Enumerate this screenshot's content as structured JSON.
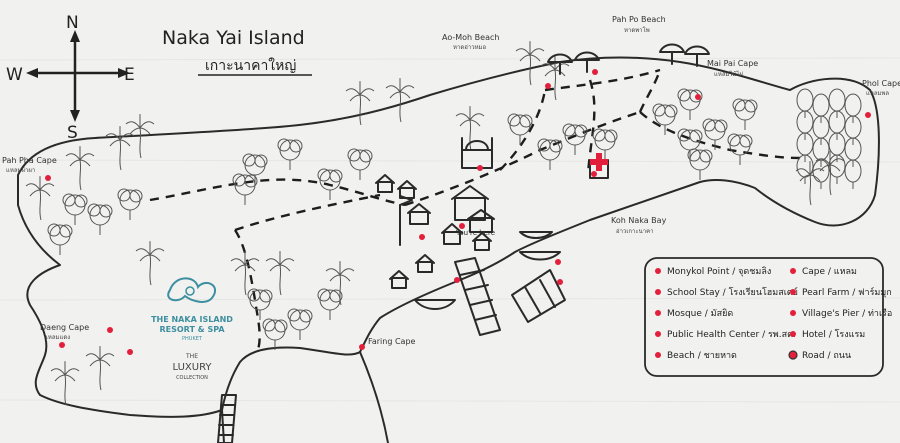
{
  "title": "Naka Yai Island",
  "title_th": "เกาะนาคาใหญ่",
  "compass": {
    "n": "N",
    "s": "S",
    "e": "E",
    "w": "W"
  },
  "places": {
    "ao_moh_beach": {
      "en": "Ao-Moh Beach",
      "th": "หาดอ่าวหมอ"
    },
    "pah_po_beach": {
      "en": "Pah Po Beach",
      "th": "หาดพาโพ"
    },
    "mai_pai_cape": {
      "en": "Mai Pai Cape",
      "th": "แหลมไม้ไผ่"
    },
    "phol_cape": {
      "en": "Phol Cape",
      "th": "แหลมพล"
    },
    "pah_pha_cape": {
      "en": "Pah Pha Cape",
      "th": "แหลมผ้าผา"
    },
    "koh_naka_bay": {
      "en": "Koh Naka Bay",
      "th": "อ่าวเกาะนาคา"
    },
    "youre_here": {
      "en": "You're here",
      "th": ""
    },
    "faring_cape": {
      "en": "Faring Cape",
      "th": ""
    },
    "daeng_cape": {
      "en": "Daeng Cape",
      "th": "แหลมแดง"
    }
  },
  "resort": {
    "line1": "THE NAKA ISLAND",
    "line2": "RESORT & SPA",
    "line3": "PHUKET",
    "the": "THE",
    "luxury": "LUXURY",
    "collection": "COLLECTION"
  },
  "legend": [
    {
      "icon": "monkey-point-icon",
      "label": "Monykol Point / จุดชมลิง"
    },
    {
      "icon": "cape-icon",
      "label": "Cape / แหลม"
    },
    {
      "icon": "school-stay-icon",
      "label": "School Stay / โรงเรียนโฮมสเตย์"
    },
    {
      "icon": "pearl-farm-icon",
      "label": "Pearl Farm / ฟาร์มมุก"
    },
    {
      "icon": "mosque-icon",
      "label": "Mosque / มัสยิด"
    },
    {
      "icon": "village-pier-icon",
      "label": "Village's Pier / ท่าเรือ"
    },
    {
      "icon": "health-center-icon",
      "label": "Public Health Center / รพ.สต."
    },
    {
      "icon": "hotel-icon",
      "label": "Hotel / โรงแรม"
    },
    {
      "icon": "beach-icon",
      "label": "Beach / ชายหาด"
    },
    {
      "icon": "road-icon",
      "label": "Road / ถนน"
    }
  ],
  "colors": {
    "marker": "#e3203c",
    "resort_logo": "#3c8fa0",
    "ink": "#2a2a2a",
    "board": "#f1f1ef"
  }
}
